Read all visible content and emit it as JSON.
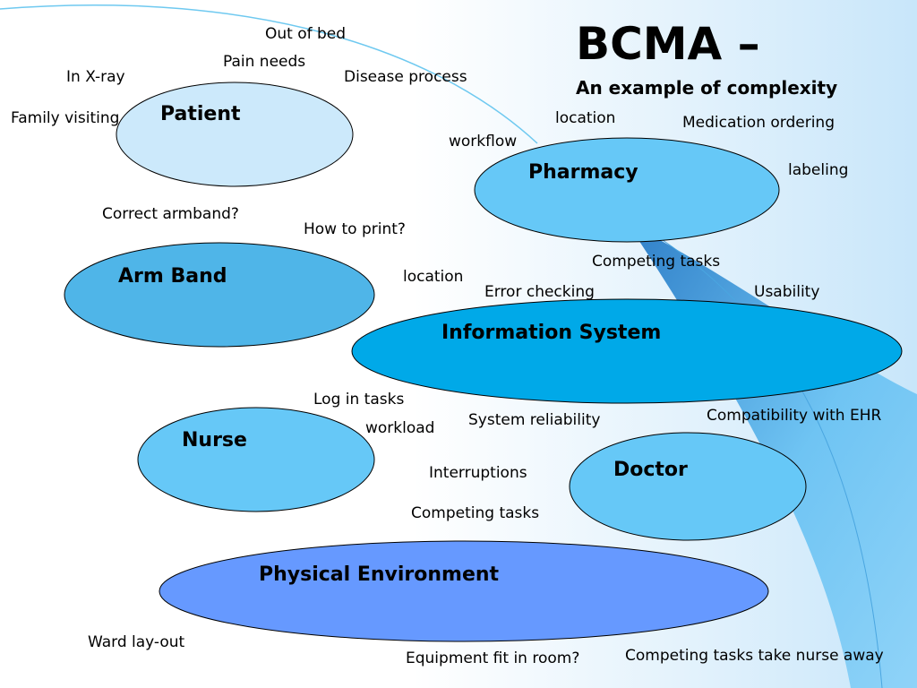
{
  "slide": {
    "title": "BCMA –",
    "subtitle": "An example of complexity",
    "colors": {
      "patient": "#cce9fb",
      "pharmacy": "#66c8f7",
      "arm_band": "#4fb5e8",
      "information_system": "#00a9e8",
      "nurse": "#66c8f7",
      "doctor": "#66c8f7",
      "physical_environment": "#6699ff",
      "ribbon": "#3a8fd6",
      "outline": "#000000"
    }
  },
  "nodes": {
    "patient": "Patient",
    "pharmacy": "Pharmacy",
    "arm_band": "Arm Band",
    "information_system": "Information System",
    "nurse": "Nurse",
    "doctor": "Doctor",
    "physical_environment": "Physical Environment"
  },
  "labels": {
    "out_of_bed": "Out of bed",
    "pain_needs": "Pain needs",
    "in_xray": "In X-ray",
    "disease_process": "Disease process",
    "family_visiting": "Family visiting",
    "location_top": "location",
    "medication_ordering": "Medication ordering",
    "workflow": "workflow",
    "labeling": "labeling",
    "correct_armband": "Correct armband?",
    "how_to_print": "How to print?",
    "competing_tasks_top": "Competing tasks",
    "location_mid": "location",
    "error_checking": "Error checking",
    "usability": "Usability",
    "log_in_tasks": "Log in tasks",
    "workload": "workload",
    "system_reliability": "System reliability",
    "compatibility_ehr": "Compatibility with EHR",
    "interruptions": "Interruptions",
    "competing_tasks_bottom": "Competing tasks",
    "ward_layout": "Ward lay-out",
    "equipment_fit": "Equipment fit in room?",
    "competing_tasks_away": "Competing tasks take nurse away"
  }
}
